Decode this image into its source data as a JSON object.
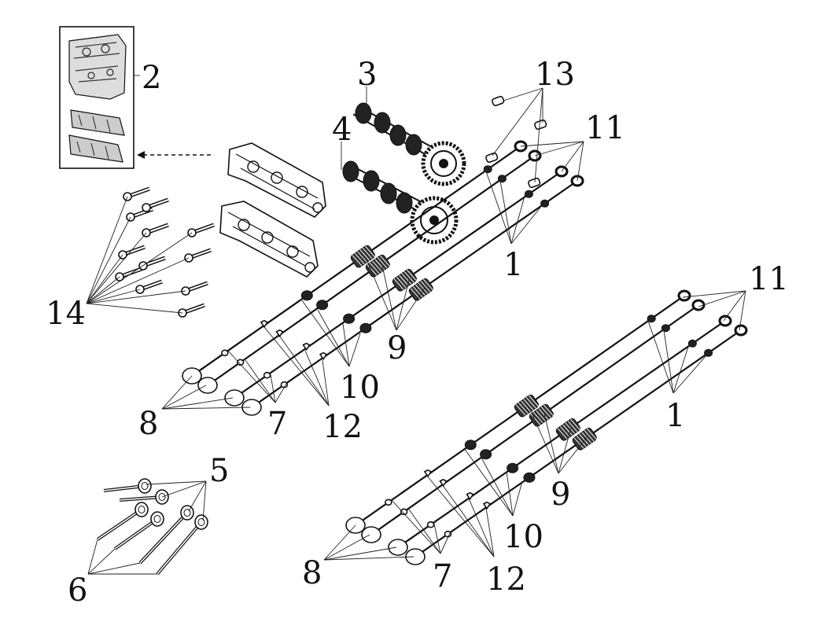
{
  "diagram": {
    "labels": {
      "l1a": "1",
      "l1b": "1",
      "l2": "2",
      "l3": "3",
      "l4": "4",
      "l5": "5",
      "l6": "6",
      "l7a": "7",
      "l7b": "7",
      "l8a": "8",
      "l8b": "8",
      "l9a": "9",
      "l9b": "9",
      "l10a": "10",
      "l10b": "10",
      "l11a": "11",
      "l11b": "11",
      "l12a": "12",
      "l12b": "12",
      "l13": "13",
      "l14": "14"
    },
    "colors": {
      "line": "#111111",
      "background": "#ffffff"
    }
  }
}
